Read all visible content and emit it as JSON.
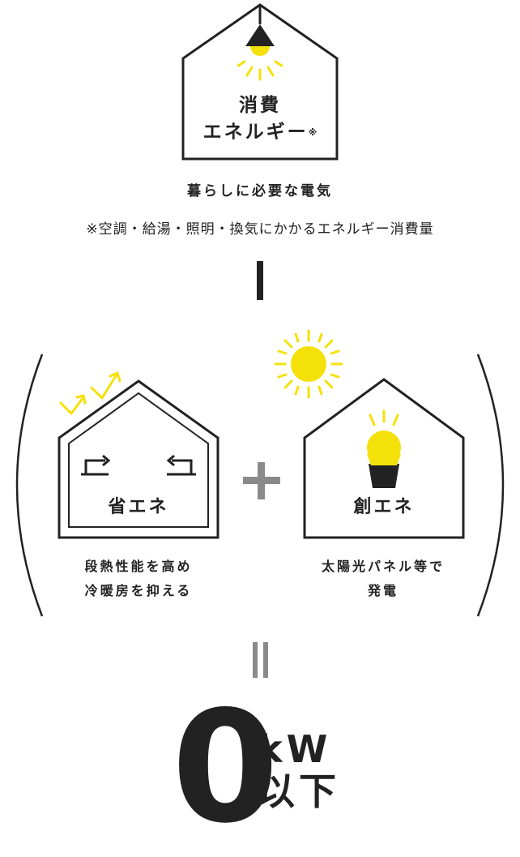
{
  "consumption": {
    "house_label_line1": "消費",
    "house_label_line2": "エネルギー",
    "note_mark": "※",
    "subtitle": "暮らしに必要な電気",
    "note": "※空調・給湯・照明・換気にかかるエネルギー消費量"
  },
  "saving": {
    "house_label": "省エネ",
    "desc_line1": "段熱性能を高め",
    "desc_line2": "冷暖房を抑える"
  },
  "creation": {
    "house_label": "創エネ",
    "desc_line1": "太陽光パネル等で",
    "desc_line2": "発電"
  },
  "result": {
    "number": "0",
    "unit": "kW",
    "suffix": "以下"
  },
  "icons": [
    "pendant-lamp-icon",
    "sun-icon",
    "light-bulb-icon",
    "airflow-arrow-icon",
    "heat-arrow-icon"
  ],
  "colors": {
    "accent_yellow": "#f5e10a",
    "line": "#222222"
  }
}
